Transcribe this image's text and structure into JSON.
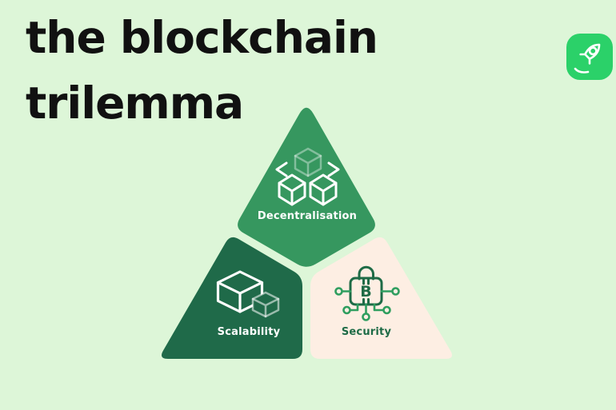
{
  "page": {
    "background": "#ddf6d8"
  },
  "title": {
    "line1": "the blockchain",
    "line2": "trilemma",
    "color": "#111111"
  },
  "logo": {
    "icon": "rocket-icon",
    "badge_color": "#2bd169"
  },
  "diagram": {
    "name": "blockchain trilemma triangle",
    "gap_color": "#ddf6d8",
    "vertices": [
      {
        "id": "decentralisation",
        "label": "Decentralisation",
        "fill": "#36975f",
        "text_color": "#ffffff",
        "icon": "cubes-network-icon",
        "position": "top"
      },
      {
        "id": "scalability",
        "label": "Scalability",
        "fill": "#1f6a49",
        "text_color": "#ffffff",
        "icon": "scaling-cubes-icon",
        "position": "bottom-left"
      },
      {
        "id": "security",
        "label": "Security",
        "fill": "#fdeee3",
        "text_color": "#1e6b46",
        "icon": "bitcoin-padlock-icon",
        "accent_color": "#2f9e5f",
        "position": "bottom-right"
      }
    ]
  }
}
